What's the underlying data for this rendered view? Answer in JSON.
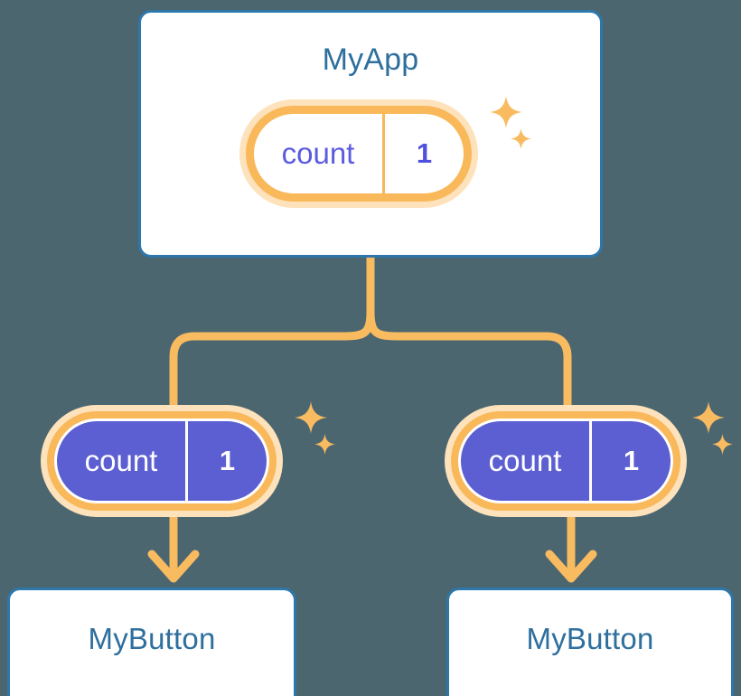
{
  "theme": {
    "background": "#4c6670",
    "card_background": "#ffffff",
    "card_border": "#2d77ab",
    "title_text": "#2e6f9e",
    "signal_ring": "#f9b85a",
    "signal_halo": "#fde2bb",
    "signal_fill": "#5c5fd1",
    "signal_text_light": "#ffffff",
    "signal_text_dark": "#5b5ce0",
    "connector": "#f9bb60",
    "sparkle": "#f9bb60"
  },
  "diagram": {
    "type": "component-signal-propagation",
    "root": {
      "name": "app-component",
      "title": "MyApp",
      "signal": {
        "name": "count-signal",
        "key": "count",
        "value": "1",
        "style": "outline"
      }
    },
    "children": [
      {
        "name": "button-component-left",
        "title": "MyButton",
        "signal": {
          "name": "count-signal",
          "key": "count",
          "value": "1",
          "style": "filled"
        }
      },
      {
        "name": "button-component-right",
        "title": "MyButton",
        "signal": {
          "name": "count-signal",
          "key": "count",
          "value": "1",
          "style": "filled"
        }
      }
    ],
    "connectors": [
      {
        "name": "root-to-branch-trunk",
        "from": "app-component",
        "to": "branch-junction"
      },
      {
        "name": "branch-to-left-signal",
        "from": "branch-junction",
        "to": "count-signal-left"
      },
      {
        "name": "branch-to-right-signal",
        "from": "branch-junction",
        "to": "count-signal-right"
      },
      {
        "name": "left-signal-to-button-arrow",
        "from": "count-signal-left",
        "to": "button-component-left",
        "arrow": true
      },
      {
        "name": "right-signal-to-button-arrow",
        "from": "count-signal-right",
        "to": "button-component-right",
        "arrow": true
      }
    ],
    "sparkles": [
      {
        "name": "sparkle-cluster-root"
      },
      {
        "name": "sparkle-cluster-left"
      },
      {
        "name": "sparkle-cluster-right"
      }
    ]
  }
}
